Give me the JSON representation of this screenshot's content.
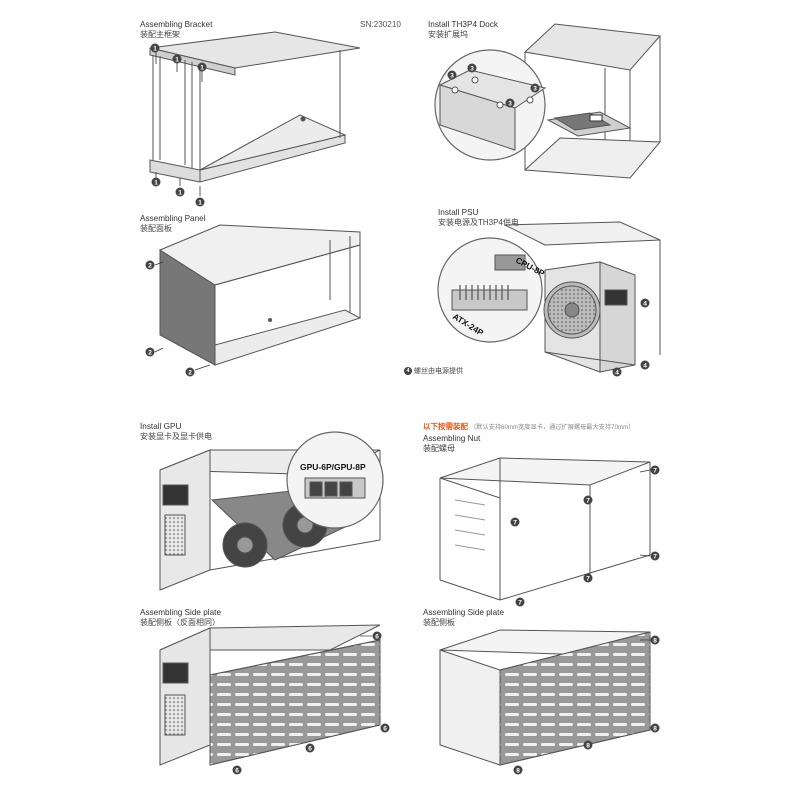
{
  "serial": "SN:230210",
  "steps": [
    {
      "en": "Assembling Bracket",
      "cn": "装配主框架"
    },
    {
      "en": "Install TH3P4 Dock",
      "cn": "安装扩展坞"
    },
    {
      "en": "Assembling Panel",
      "cn": "装配面板"
    },
    {
      "en": "Install PSU",
      "cn": "安装电源及TH3P4供电"
    },
    {
      "en": "Install GPU",
      "cn": "安装显卡及显卡供电"
    },
    {
      "en": "Assembling Nut",
      "cn": "装配螺母"
    },
    {
      "en": "Assembling Side plate",
      "cn": "装配侧板（反面相同）"
    },
    {
      "en": "Assembling Side plate",
      "cn": "装配侧板"
    }
  ],
  "optional_note": {
    "title": "以下按需装配",
    "detail": "（默认支持60mm宽度显卡，通过扩展螺母最大支持70mm）"
  },
  "psu_note": {
    "marker": "4",
    "text": "螺丝由电源提供"
  },
  "callouts": {
    "cpu": "CPU-8P",
    "atx": "ATX-24P",
    "gpu": "GPU-6P/GPU-8P"
  },
  "markers": {
    "m1": "1",
    "m2": "2",
    "m3": "3",
    "m4": "4",
    "m6": "6",
    "m7": "7",
    "m8": "8"
  }
}
